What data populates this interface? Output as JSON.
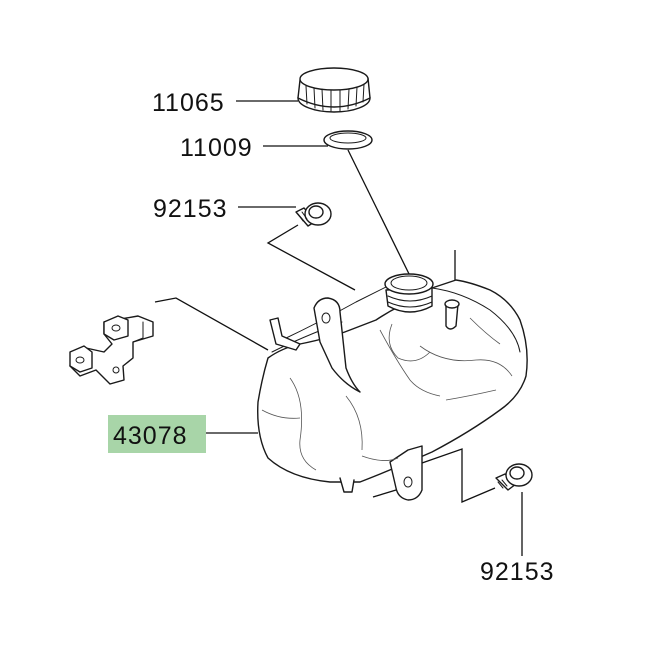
{
  "parts": {
    "cap": {
      "number": "11065"
    },
    "gasket": {
      "number": "11009"
    },
    "bolt_upper": {
      "number": "92153"
    },
    "tank": {
      "number": "43078",
      "highlight": "#a8d5a8"
    },
    "bolt_lower": {
      "number": "92153"
    }
  },
  "colors": {
    "line": "#111111",
    "background": "#ffffff"
  }
}
